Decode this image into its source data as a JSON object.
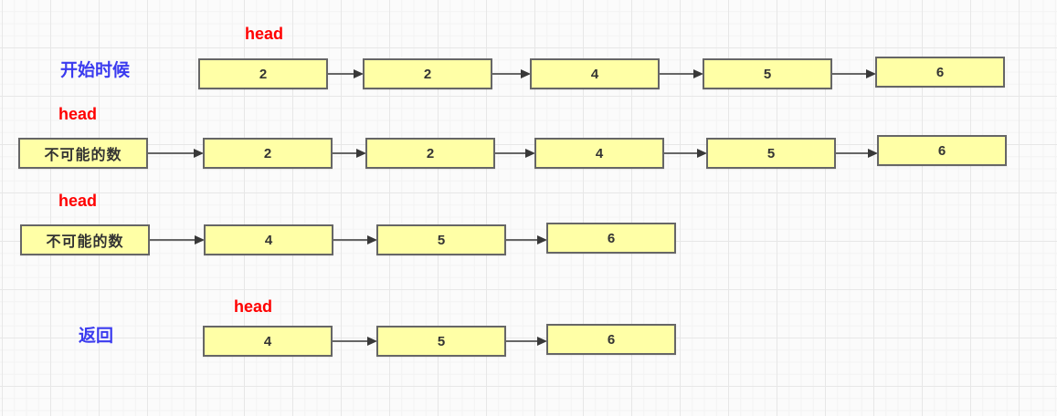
{
  "diagram_title": "linked-list-remove-duplicates-steps",
  "colors": {
    "node_fill": "#FFFFA6",
    "node_border": "#666666",
    "arrow": "#666666",
    "arrowhead": "#383838",
    "head_label": "#FF0000",
    "caption": "#3B3BEF"
  },
  "rows": [
    {
      "caption": "开始时候",
      "head_label": "head",
      "nodes": [
        "2",
        "2",
        "4",
        "5",
        "6"
      ]
    },
    {
      "caption": "",
      "head_label": "head",
      "nodes": [
        "不可能的数",
        "2",
        "2",
        "4",
        "5",
        "6"
      ]
    },
    {
      "caption": "",
      "head_label": "head",
      "nodes": [
        "不可能的数",
        "4",
        "5",
        "6"
      ]
    },
    {
      "caption": "返回",
      "head_label": "head",
      "nodes": [
        "4",
        "5",
        "6"
      ]
    }
  ]
}
